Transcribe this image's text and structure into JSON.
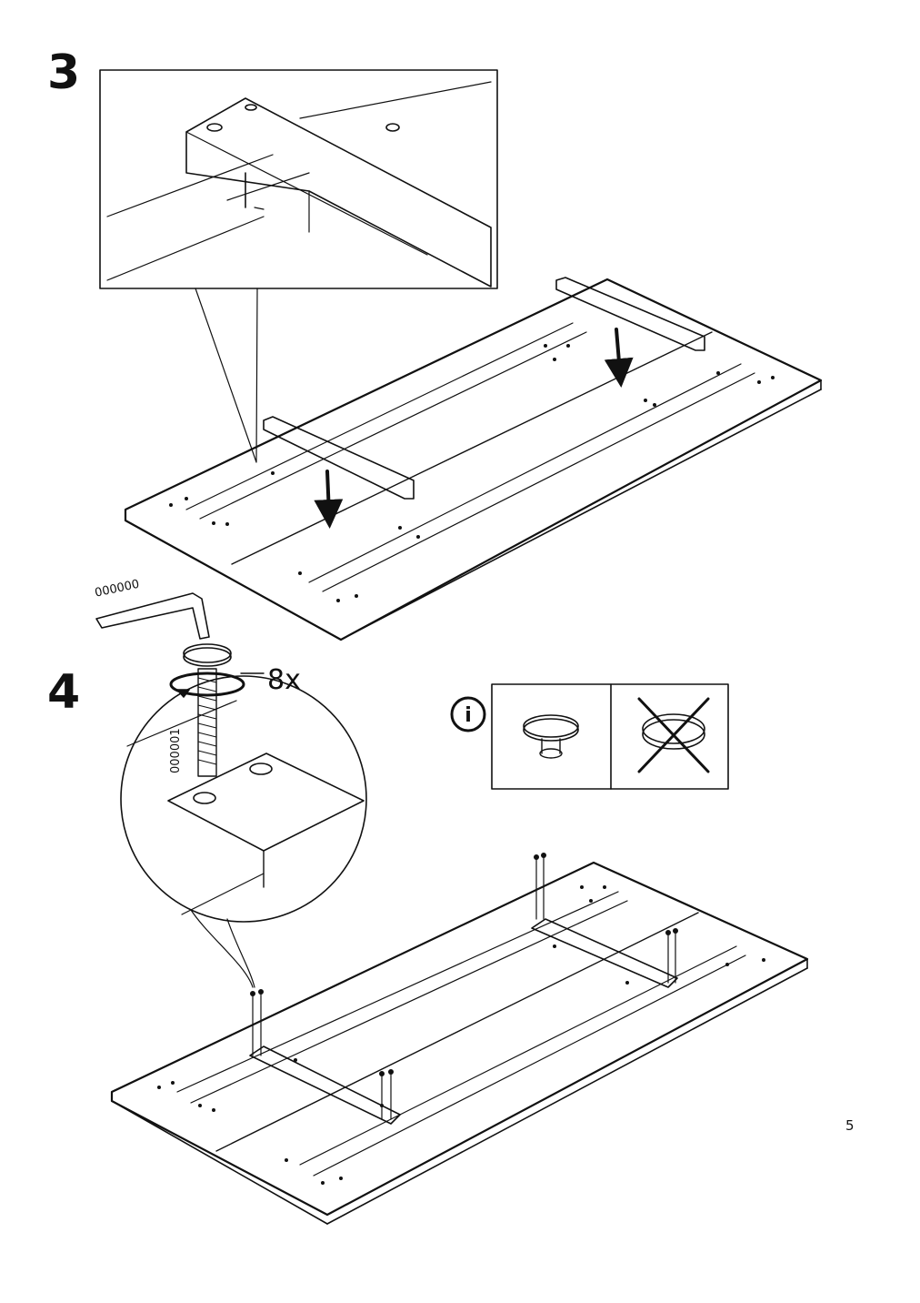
{
  "steps": [
    {
      "number": "3"
    },
    {
      "number": "4"
    }
  ],
  "parts": {
    "allen_key_code": "000000",
    "bolt_code": "000001",
    "bolt_quantity": "8x"
  },
  "info_panel": {
    "icon": "info-icon",
    "correct_icon": "bolt-head-correct-icon",
    "incorrect_icon": "bolt-head-incorrect-icon"
  },
  "page_number": "5",
  "colors": {
    "line": "#111111",
    "background": "#ffffff"
  }
}
